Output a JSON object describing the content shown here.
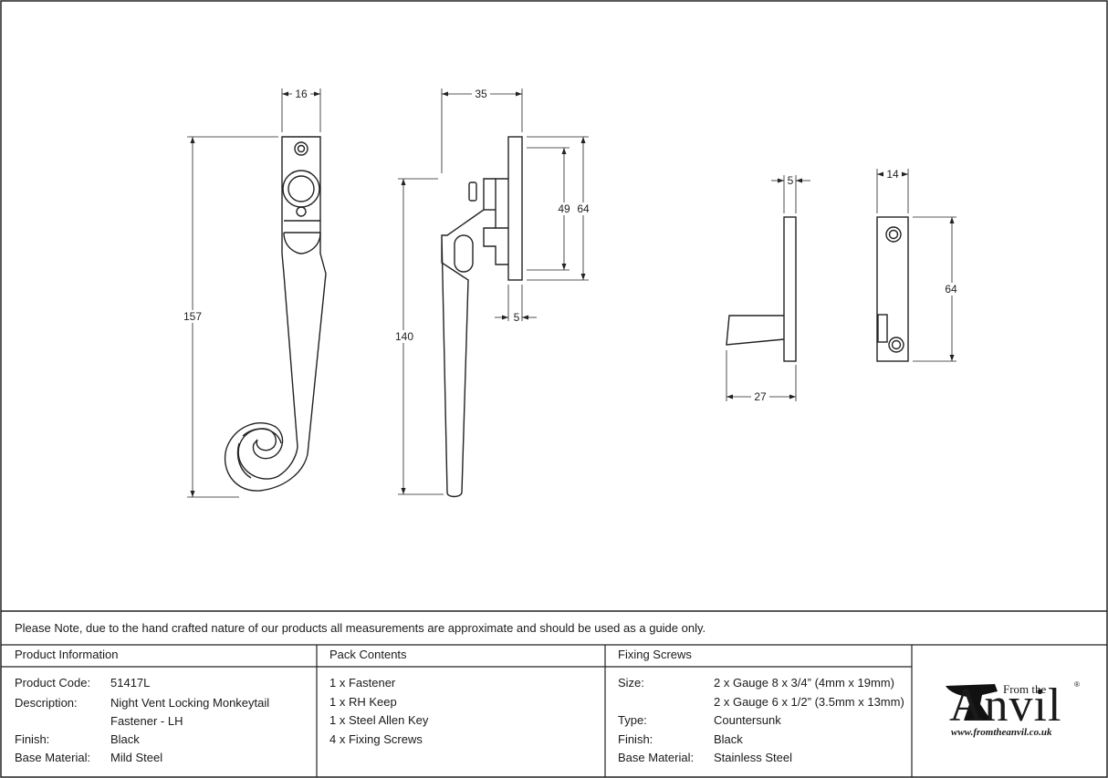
{
  "drawing": {
    "fastener_front": {
      "width_dim": "16",
      "height_dim": "157"
    },
    "fastener_side": {
      "depth_dim": "35",
      "height_dim": "140",
      "plate_inner_dim": "49",
      "plate_outer_dim": "64",
      "plate_thickness_dim": "5"
    },
    "keep_side": {
      "thickness_dim": "5",
      "depth_dim": "27"
    },
    "keep_front": {
      "width_dim": "14",
      "height_dim": "64"
    }
  },
  "note": "Please Note, due to the hand crafted nature of our products all measurements are approximate and should be used as a guide only.",
  "product_info": {
    "header": "Product Information",
    "rows": [
      {
        "label": "Product Code:",
        "value": "51417L"
      },
      {
        "label": "Description:",
        "value": "Night Vent Locking Monkeytail"
      },
      {
        "label": "",
        "value": "Fastener - LH"
      },
      {
        "label": "Finish:",
        "value": "Black"
      },
      {
        "label": "Base Material:",
        "value": "Mild Steel"
      }
    ]
  },
  "pack_contents": {
    "header": "Pack Contents",
    "items": [
      "1 x Fastener",
      "1 x RH Keep",
      "1 x Steel Allen Key",
      "4 x Fixing Screws"
    ]
  },
  "fixing_screws": {
    "header": "Fixing Screws",
    "rows": [
      {
        "label": "Size:",
        "value": "2 x Gauge 8 x 3/4” (4mm x 19mm)"
      },
      {
        "label": "",
        "value": "2 x Gauge 6 x 1/2” (3.5mm x 13mm)"
      },
      {
        "label": "Type:",
        "value": "Countersunk"
      },
      {
        "label": "Finish:",
        "value": "Black"
      },
      {
        "label": "Base Material:",
        "value": "Stainless Steel"
      }
    ]
  },
  "logo": {
    "from_the": "From the",
    "brand": "Anvil",
    "registered": "®",
    "url": "www.fromtheanvil.co.uk"
  }
}
